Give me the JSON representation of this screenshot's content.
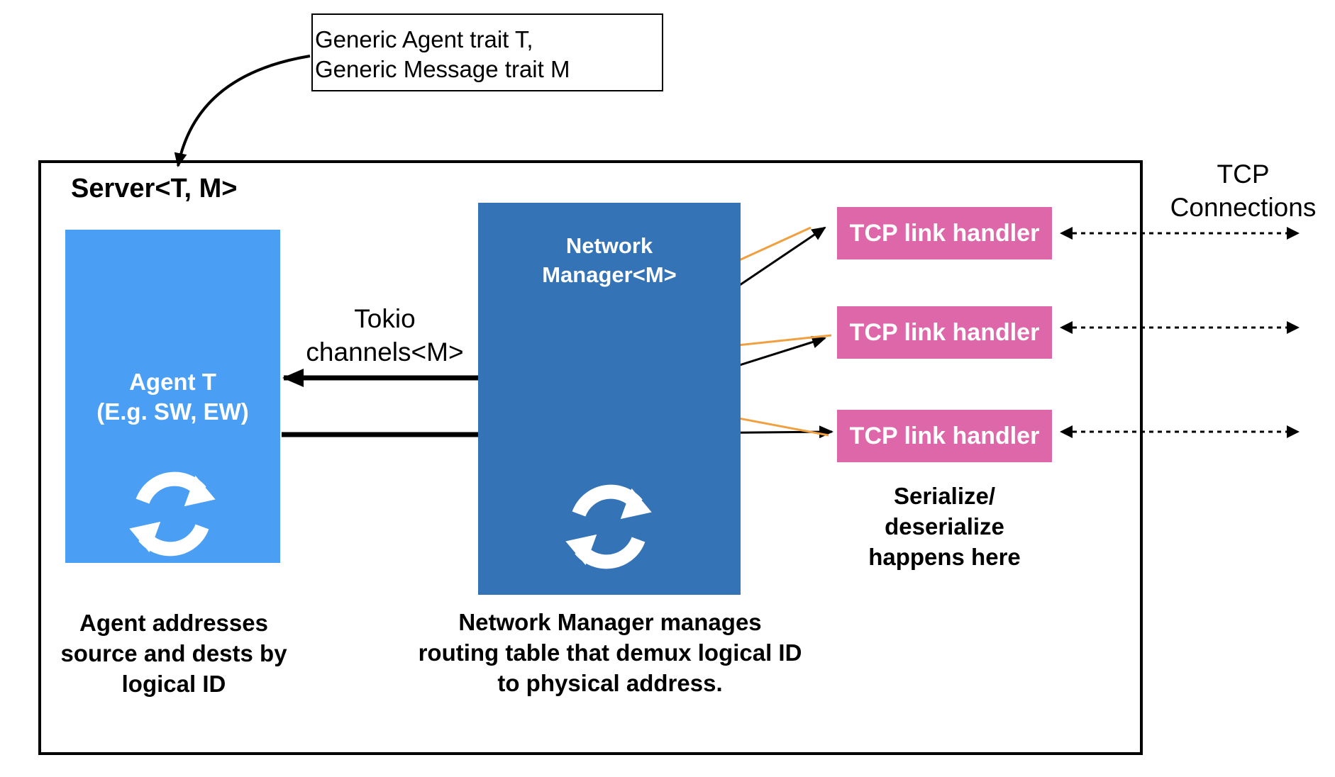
{
  "note": {
    "line1": "Generic Agent trait T,",
    "line2": "Generic Message trait M"
  },
  "server": {
    "title": "Server<T, M>"
  },
  "agent": {
    "title_line1": "Agent T",
    "title_line2": "(E.g. SW, EW)",
    "icon": "refresh-cycle-icon",
    "color": "#4a9ff5",
    "caption_line1": "Agent addresses",
    "caption_line2": "source and dests by",
    "caption_line3": "logical ID"
  },
  "channels": {
    "label_line1": "Tokio",
    "label_line2": "channels<M>"
  },
  "network_manager": {
    "title_line1": "Network",
    "title_line2": "Manager<M>",
    "icon": "refresh-cycle-icon",
    "color": "#3473b6",
    "caption_line1": "Network Manager manages",
    "caption_line2": "routing table that demux logical ID",
    "caption_line3": "to physical address."
  },
  "tcp_handlers": [
    {
      "label": "TCP link handler"
    },
    {
      "label": "TCP link handler"
    },
    {
      "label": "TCP link handler"
    }
  ],
  "tcp_handler_color": "#dd67a8",
  "tcp_caption": {
    "line1": "Serialize/",
    "line2": "deserialize",
    "line3": "happens here"
  },
  "tcp_connections": {
    "line1": "TCP",
    "line2": "Connections"
  },
  "arrow_colors": {
    "outbound": "#000000",
    "inbound": "#f0a040"
  }
}
